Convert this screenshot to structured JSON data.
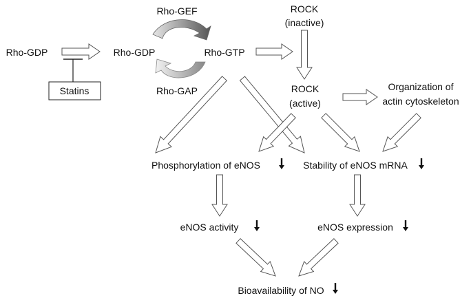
{
  "nodes": {
    "rho_gdp_left": "Rho-GDP",
    "rho_gdp_mid": "Rho-GDP",
    "rho_gtp": "Rho-GTP",
    "rho_gef": "Rho-GEF",
    "rho_gap": "Rho-GAP",
    "statins": "Statins",
    "rock_inactive_1": "ROCK",
    "rock_inactive_2": "(inactive)",
    "rock_active_1": "ROCK",
    "rock_active_2": "(active)",
    "actin_1": "Organization of",
    "actin_2": "actin cytoskeleton",
    "phospho": "Phosphorylation of eNOS",
    "stability": "Stability of eNOS mRNA",
    "activity": "eNOS activity",
    "expression": "eNOS expression",
    "bioavail": "Bioavailability of NO"
  },
  "colors": {
    "gef_arrow_light": "#e6e6e6",
    "gef_arrow_dark": "#555555",
    "gap_arrow_light": "#f2f2f2",
    "gap_arrow_dark": "#888888"
  }
}
